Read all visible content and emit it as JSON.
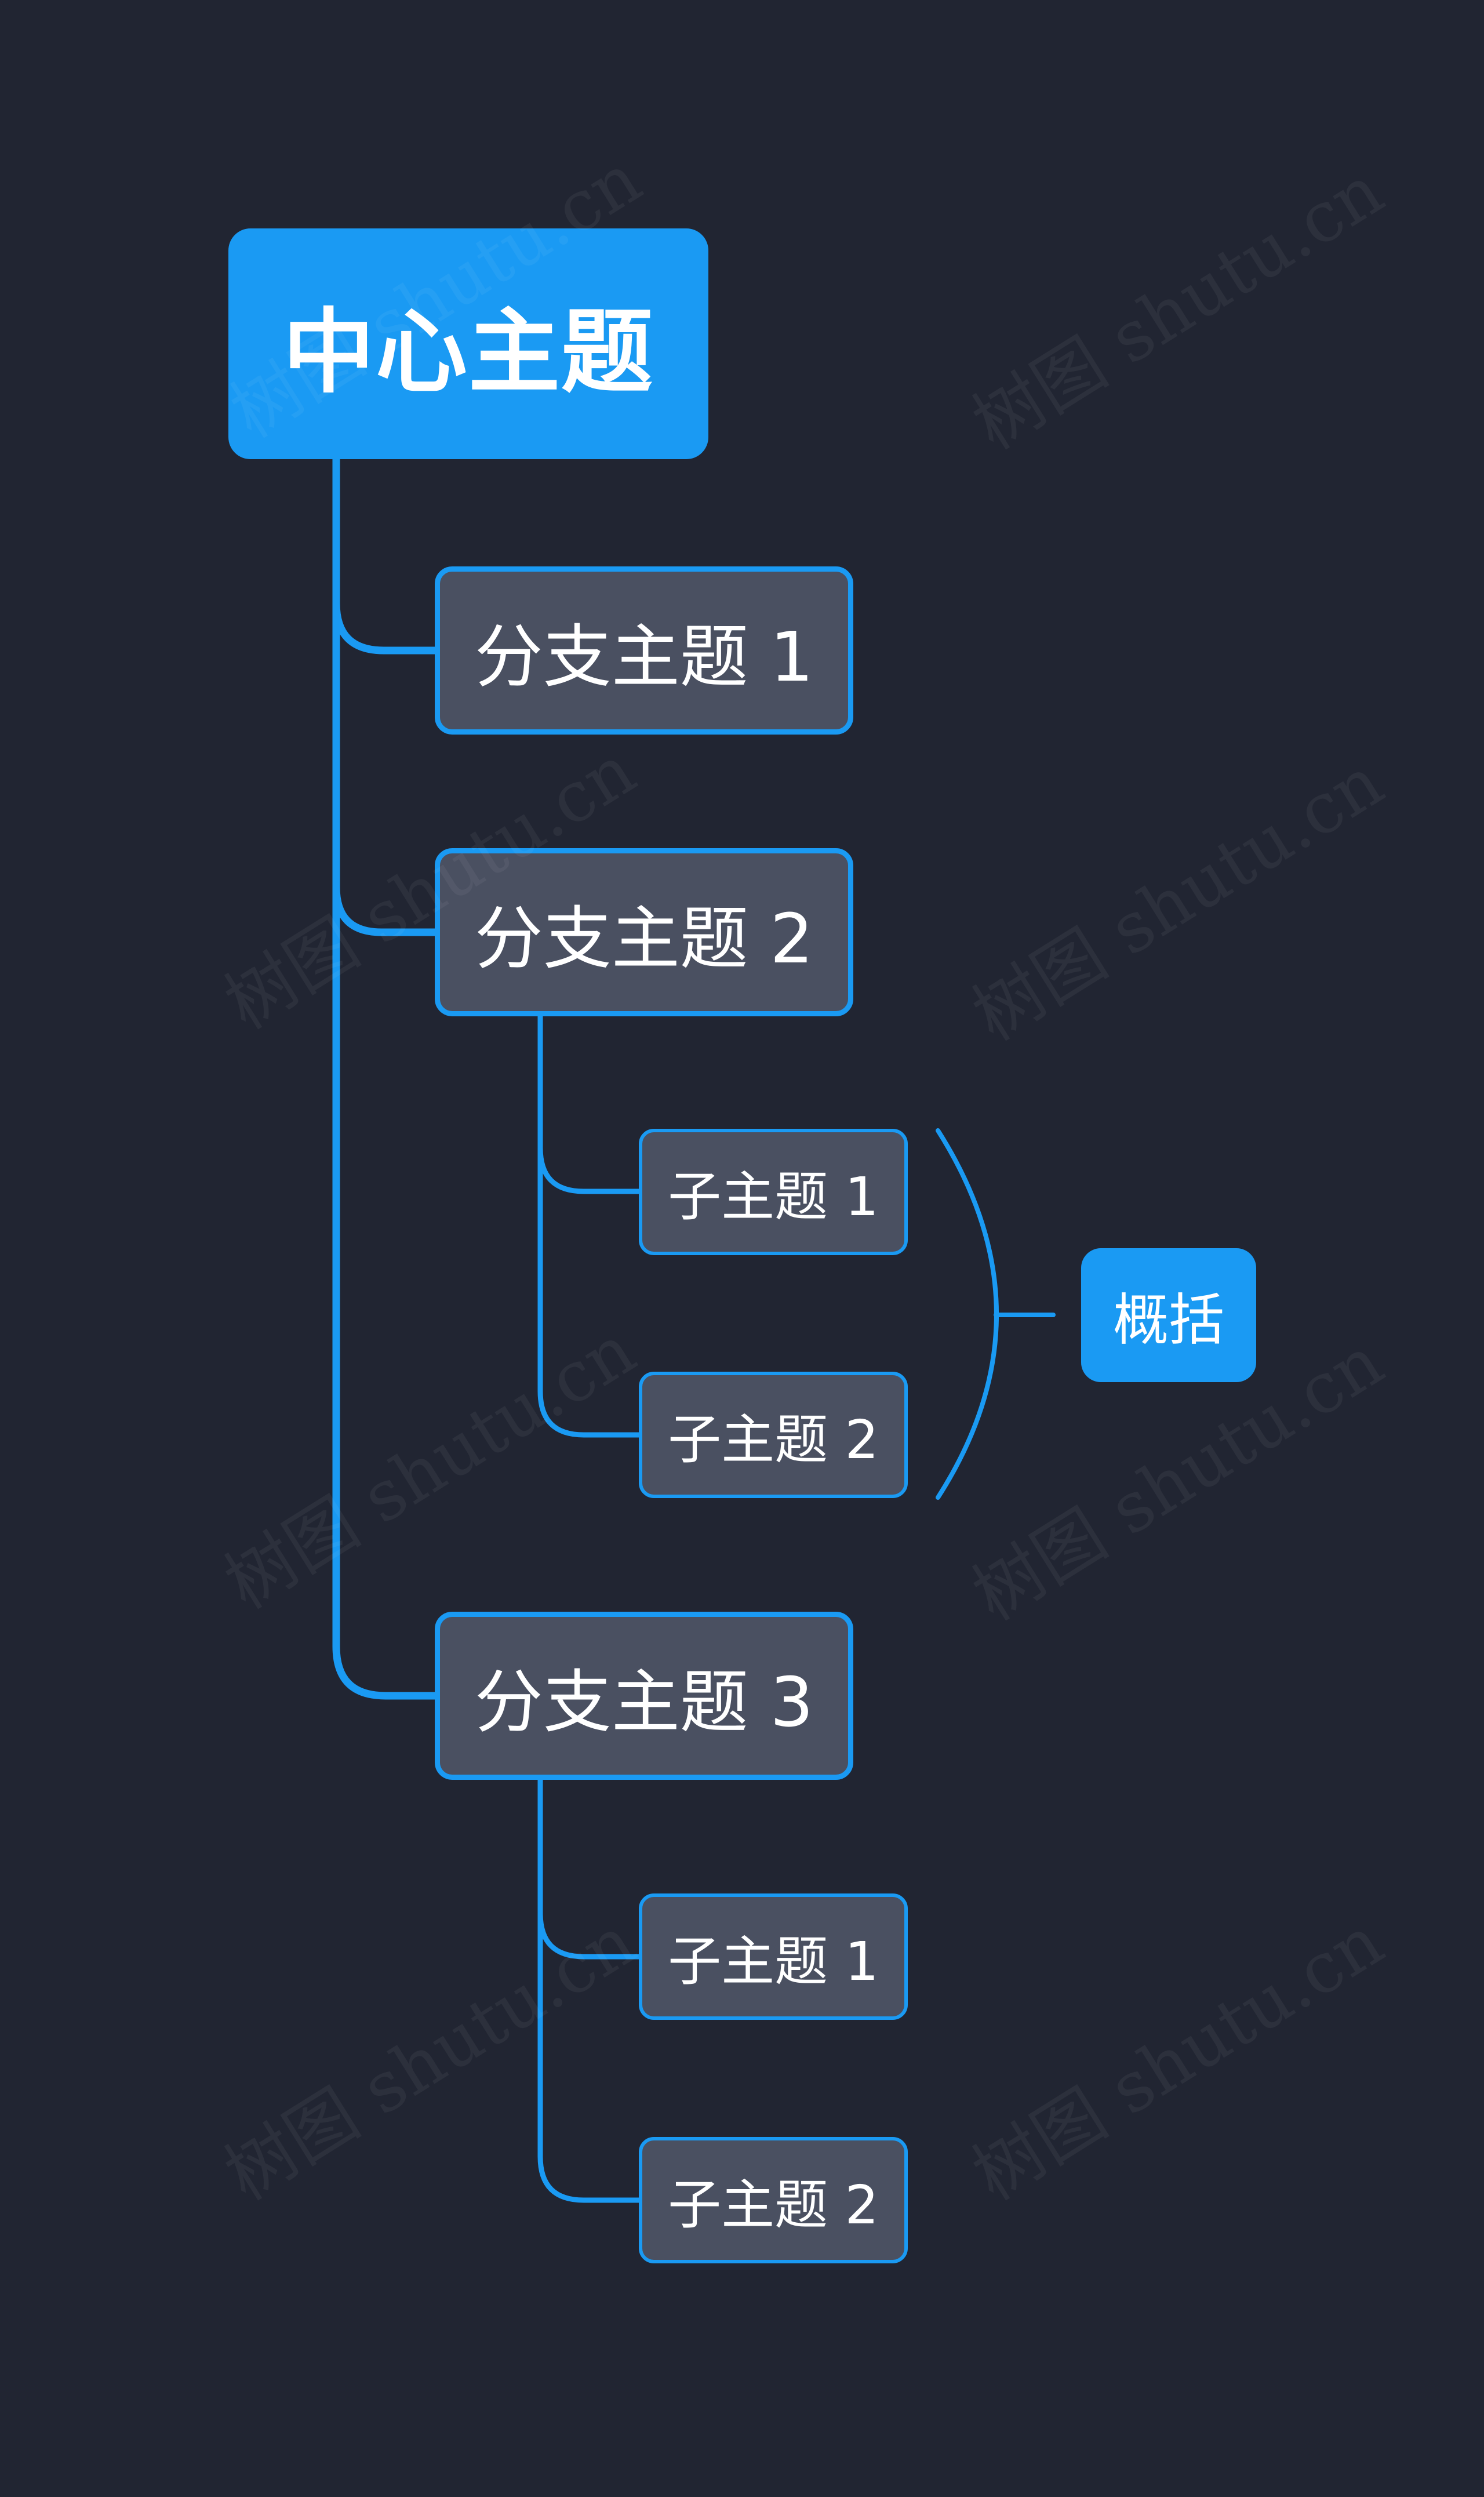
{
  "root": {
    "label": "中心主题"
  },
  "branches": [
    {
      "label": "分支主题 1",
      "children": []
    },
    {
      "label": "分支主题 2",
      "children": [
        {
          "label": "子主题 1"
        },
        {
          "label": "子主题 2"
        }
      ]
    },
    {
      "label": "分支主题 3",
      "children": [
        {
          "label": "子主题 1"
        },
        {
          "label": "子主题 2"
        }
      ]
    }
  ],
  "summary": {
    "label": "概括"
  },
  "watermark": "树图 shutu.cn",
  "colors": {
    "background": "#212532",
    "accent": "#1a9af3",
    "node_fill": "#4a5061",
    "text": "#ffffff"
  }
}
